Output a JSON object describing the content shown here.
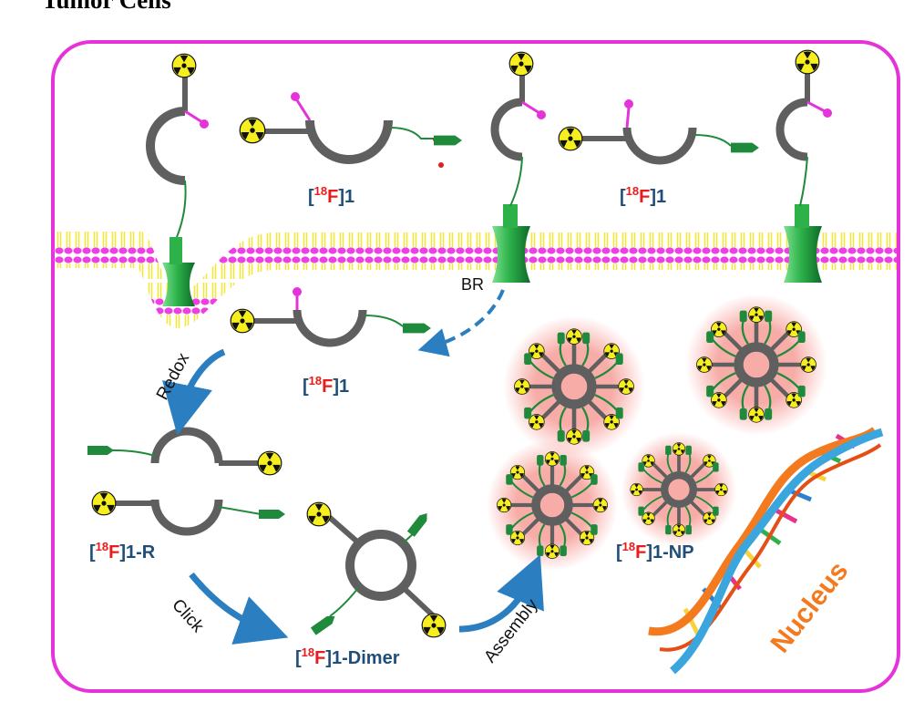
{
  "title": "Tumor Cells",
  "labels": {
    "compound_prefix": "[",
    "compound_sup": "18",
    "compound_f": "F",
    "compound_suffix": "]1",
    "compound_r_suffix": "]1-R",
    "compound_dimer_suffix": "]1-Dimer",
    "compound_np_suffix": "]1-NP",
    "br": "BR",
    "redox": "Redox",
    "click": "Click",
    "assembly": "Assembly",
    "nucleus": "Nucleus"
  },
  "colors": {
    "cell_border": "#e633d9",
    "molecule_gray": "#5f5f5f",
    "label_blue": "#1f4e79",
    "isotope_red": "#e81c1c",
    "arrow_blue": "#2b7fc1",
    "nucleus_orange": "#f47a20",
    "membrane_head": "#ee3fe4",
    "membrane_tail": "#f2e63a",
    "receptor_green": "#2db24a",
    "nanoparticle_glow": "#f7a8a3"
  }
}
